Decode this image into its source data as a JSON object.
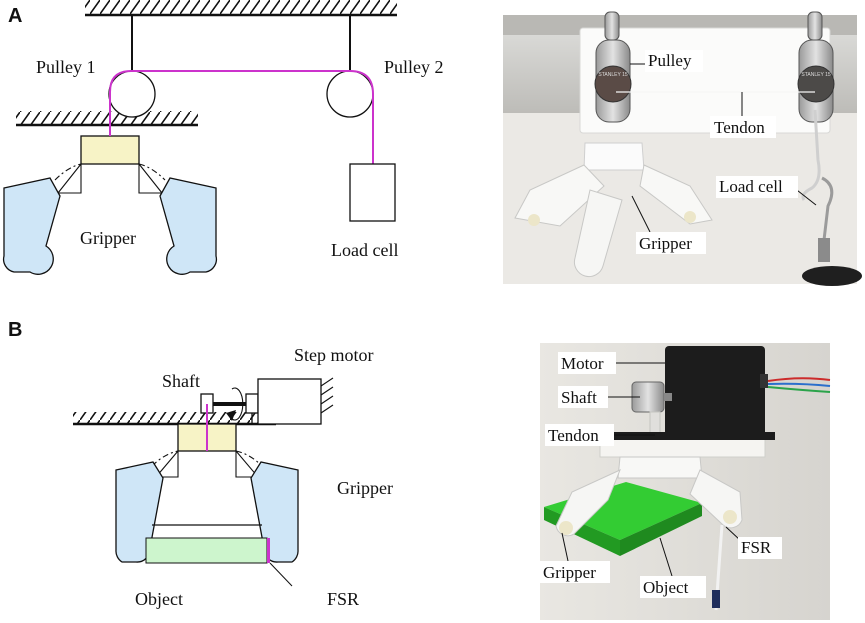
{
  "panels": {
    "a": {
      "letter": "A",
      "diagram_labels": {
        "pulley1": "Pulley 1",
        "pulley2": "Pulley 2",
        "gripper": "Gripper",
        "load_cell": "Load cell"
      },
      "photo_labels": {
        "pulley": "Pulley",
        "tendon": "Tendon",
        "load_cell": "Load cell",
        "gripper": "Gripper"
      },
      "pulley_engraving": "STANLEY 15"
    },
    "b": {
      "letter": "B",
      "diagram_labels": {
        "step_motor": "Step motor",
        "shaft": "Shaft",
        "gripper": "Gripper",
        "object": "Object",
        "fsr": "FSR"
      },
      "photo_labels": {
        "motor": "Motor",
        "shaft": "Shaft",
        "tendon": "Tendon",
        "fsr": "FSR",
        "gripper": "Gripper",
        "object": "Object"
      }
    }
  },
  "colors": {
    "tendon": "#cc33cc",
    "finger_fill": "#cfe6f7",
    "palm_fill": "#f7f3c6",
    "object_fill": "#cdf5cd",
    "photo_bg": "#ece9e4",
    "photo_green": "#33cc33"
  }
}
